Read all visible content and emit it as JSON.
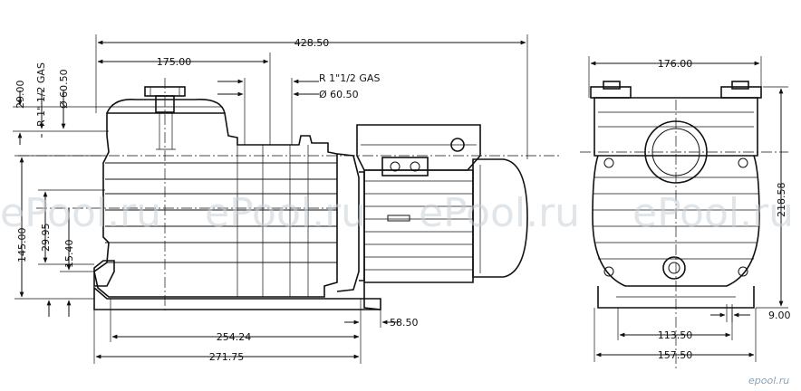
{
  "front_view": {
    "overall_length": "428.50",
    "pump_to_motor_face": "175.00",
    "outlet_thread": "R 1\"1/2 GAS",
    "outlet_diameter": "Ø 60.50",
    "inlet_height_offset": "29.00",
    "inlet_thread": "R 1\" 1/2 GAS",
    "inlet_diameter": "Ø 60.50",
    "height_total": "145.00",
    "height_mid": "29.95",
    "height_low": "15.40",
    "base_a": "254.24",
    "base_b": "271.75",
    "foot_offset": "58.50"
  },
  "side_view": {
    "width_top": "176.00",
    "height": "218.58",
    "foot_spacing": "113.50",
    "base_width": "157.50",
    "hole": "9.00"
  },
  "watermark": "ePool.ru",
  "brand_logo": "epool.ru"
}
